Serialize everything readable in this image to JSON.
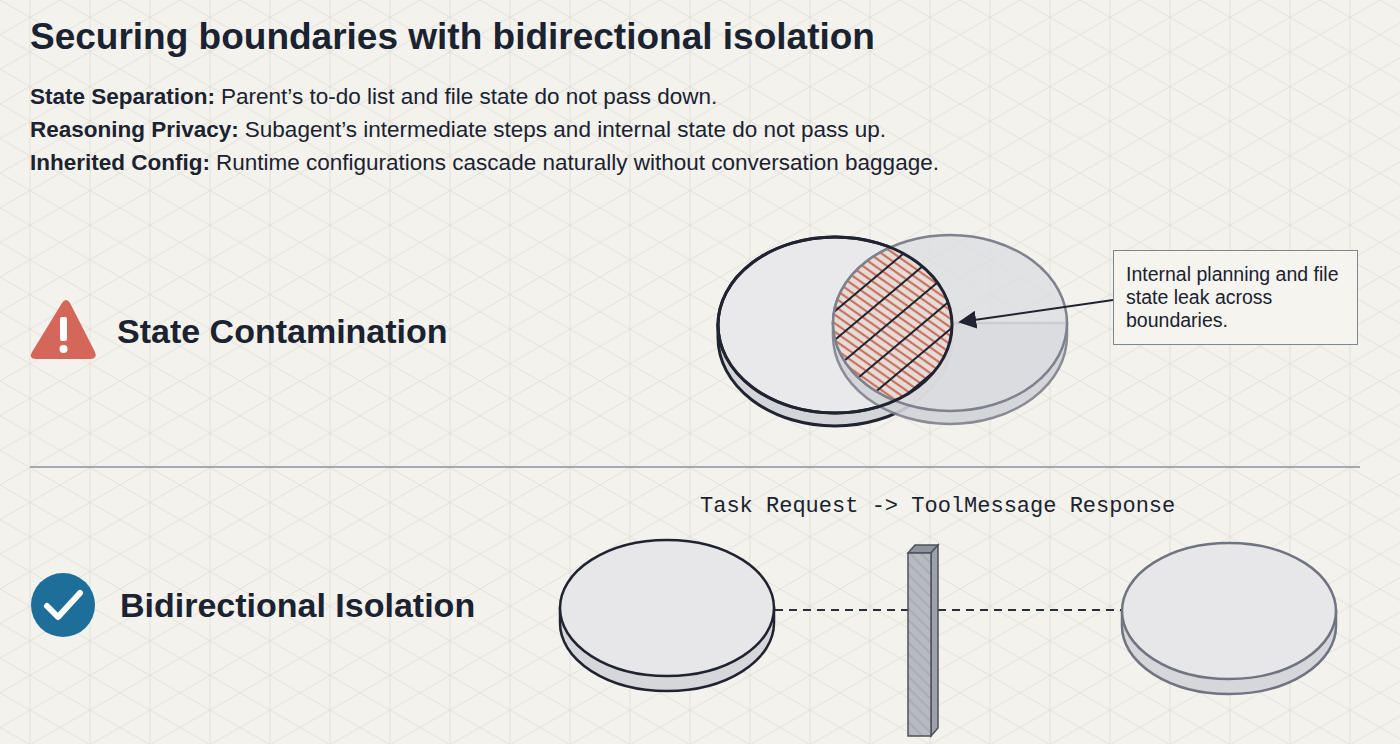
{
  "diagram": {
    "title": "Securing boundaries with bidirectional isolation",
    "nodes": [
      {
        "text": [
          "Internal planning and file state leak across boundaries."
        ]
      }
    ],
    "labels": [
      "State Separation:",
      "Parent’s to-do list and file state do not pass down.",
      "Reasoning Privacy:",
      "Subagent’s intermediate steps and internal state do not pass up.",
      "Inherited Config:",
      "Runtime configurations cascade naturally without conversation baggage.",
      "State Contamination",
      "Task Request -> ToolMessage Response",
      "Bidirectional Isolation"
    ]
  }
}
